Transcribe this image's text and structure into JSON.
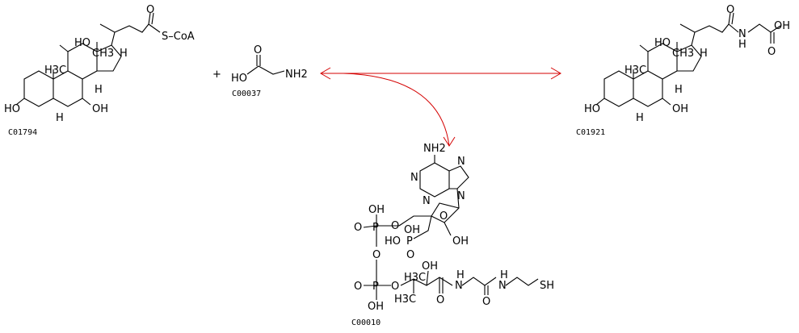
{
  "reaction": {
    "plus": "+",
    "arrow_color": "#d40000",
    "bile_acid_coa": {
      "id": "C01794",
      "labels": {
        "s_coa": "S–CoA",
        "o_carbonyl": "O",
        "ho_3": "HO",
        "oh_7": "OH",
        "ho_12": "HO",
        "h3c": "H3C",
        "ch3_18": "CH3",
        "h": "H"
      }
    },
    "glycine": {
      "id": "C00037",
      "labels": {
        "ho": "HO",
        "o": "O",
        "nh2": "NH2"
      }
    },
    "glycocholate": {
      "id": "C01921",
      "labels": {
        "o_amide": "O",
        "nh": "H",
        "n": "N",
        "oh": "OH",
        "o": "O",
        "ho_3": "HO",
        "oh_7": "OH",
        "ho_12": "HO",
        "h3c": "H3C",
        "ch3_18": "CH3",
        "h": "H"
      }
    },
    "coa": {
      "id": "C00010",
      "labels": {
        "nh2": "NH2",
        "n": "N",
        "o": "O",
        "oh": "OH",
        "ho": "HO",
        "p": "P",
        "h": "H",
        "sh": "SH",
        "h3c": "H3C"
      }
    }
  }
}
